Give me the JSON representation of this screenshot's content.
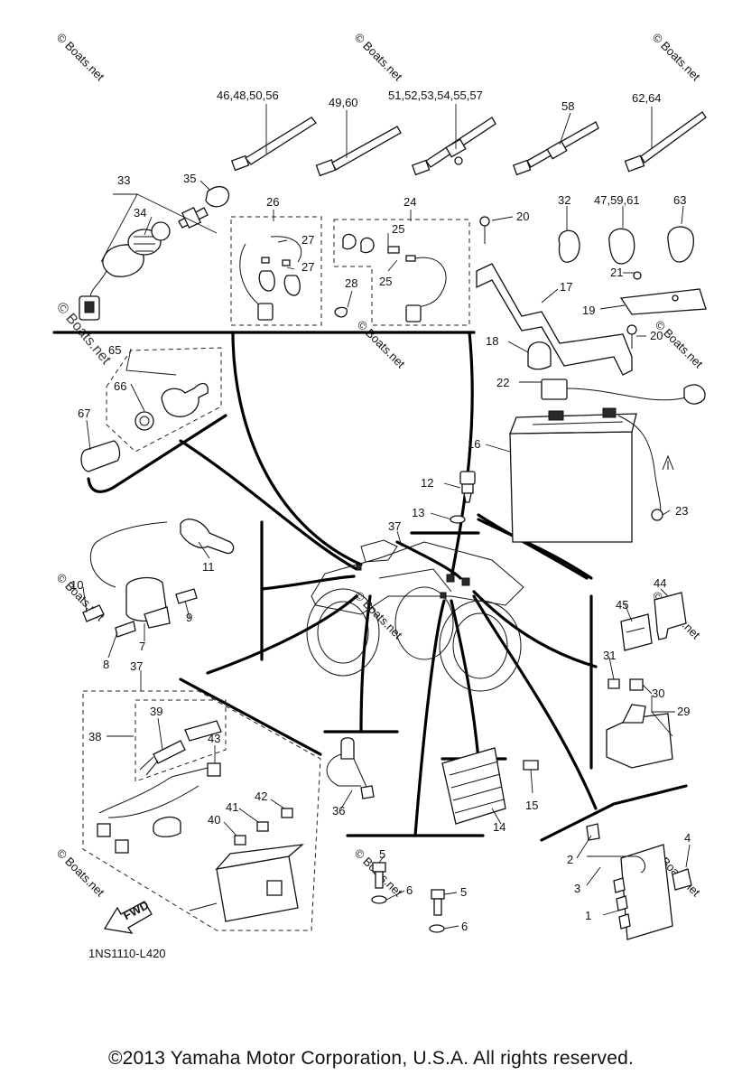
{
  "diagram_code": "1NS1110-L420",
  "copyright": "©2013 Yamaha Motor Corporation, U.S.A. All rights reserved.",
  "fwd_label": "FWD",
  "watermark": "© Boats.net",
  "callouts": {
    "c1": "1",
    "c2": "2",
    "c3": "3",
    "c4": "4",
    "c5a": "5",
    "c5b": "5",
    "c6a": "6",
    "c6b": "6",
    "c7": "7",
    "c8": "8",
    "c9": "9",
    "c10": "10",
    "c11": "11",
    "c12": "12",
    "c13": "13",
    "c14": "14",
    "c15": "15",
    "c16": "16",
    "c17": "17",
    "c18": "18",
    "c19": "19",
    "c20a": "20",
    "c20b": "20",
    "c21": "21",
    "c22": "22",
    "c23": "23",
    "c24": "24",
    "c25a": "25",
    "c25b": "25",
    "c26": "26",
    "c27a": "27",
    "c27b": "27",
    "c28": "28",
    "c29": "29",
    "c30": "30",
    "c31": "31",
    "c32": "32",
    "c33": "33",
    "c34": "34",
    "c35": "35",
    "c36": "36",
    "c37a": "37",
    "c37b": "37",
    "c38": "38",
    "c39": "39",
    "c40": "40",
    "c41": "41",
    "c42": "42",
    "c43": "43",
    "c44": "44",
    "c45": "45",
    "c63": "63",
    "c65": "65",
    "c66": "66",
    "c67": "67",
    "g46": "46,48,50,56",
    "g49": "49,60",
    "g51": "51,52,53,54,55,57",
    "g58": "58",
    "g62": "62,64",
    "g47": "47,59,61"
  }
}
